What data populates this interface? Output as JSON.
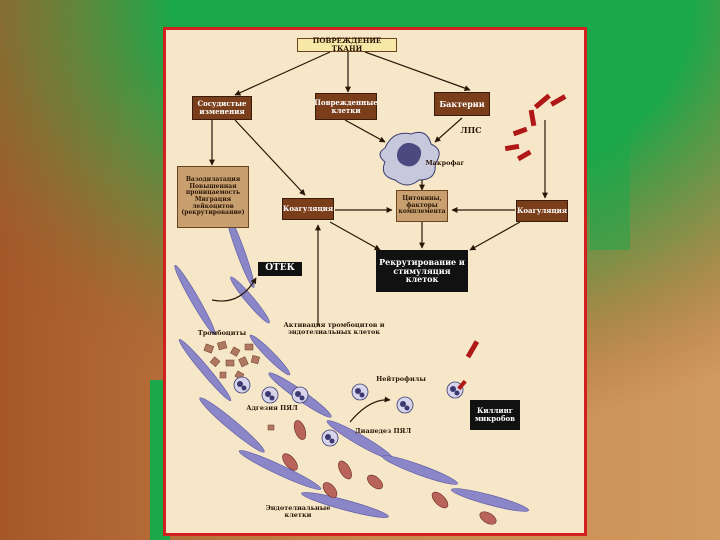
{
  "diagram": {
    "title": "ПОВРЕЖДЕНИЕ ТКАНИ",
    "nodes": {
      "vascular": "Сосудистые изменения",
      "damaged_cells": "Поврежденные клетки",
      "bacteria": "Бактерии",
      "lps": "ЛПС",
      "macrophage": "Макрофаг",
      "vasodilation": "Вазодилатация Повышенная проницаемость Миграция лейкоцитов (рекрутирование)",
      "coagulation_left": "Коагуляция",
      "cytokines": "Цитокины, факторы комплемента",
      "coagulation_right": "Коагуляция",
      "edema": "ОТЕК",
      "recruitment": "Рекрутирование и стимуляция клеток",
      "platelets": "Тромбоциты",
      "activation": "Активация тромбоцитов и эндотелиальных клеток",
      "neutrophils": "Нейтрофилы",
      "adhesion": "Адгезия ПЯЛ",
      "diapedesis": "Диапедез ПЯЛ",
      "killing": "Киллинг микробов",
      "endothelial": "Эндотелиальные клетки"
    }
  },
  "colors": {
    "panel_border": "#d21f1f",
    "panel_bg": "#f6e7c8",
    "brown_box": "#7a3e1b",
    "tan_box": "#c8a070",
    "black_box": "#111111",
    "endothelium": "#8a86c8",
    "rbc": "#b8645a",
    "bacteria": "#b01818",
    "slide_green": "#1aa84a",
    "slide_brown": "#a5572a"
  }
}
